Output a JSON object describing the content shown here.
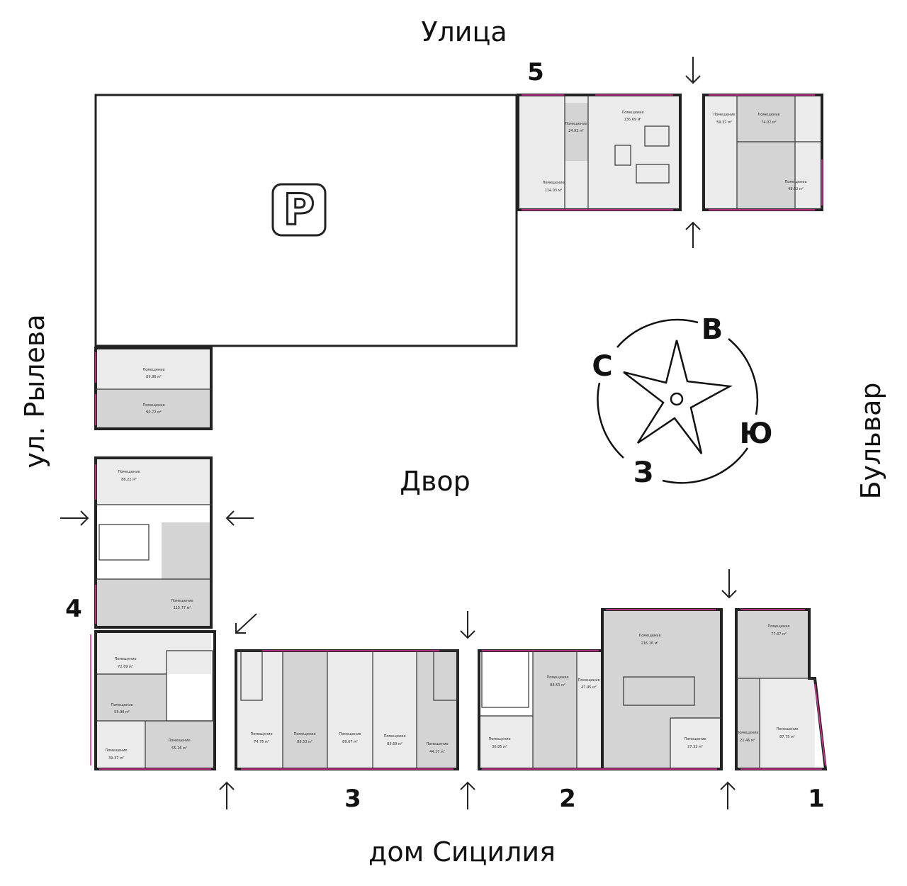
{
  "labels": {
    "street_top": "Улица",
    "street_left": "ул. Рылева",
    "street_right": "Бульвар",
    "street_bottom": "дом Сицилия",
    "courtyard": "Двор",
    "parking_symbol": "P"
  },
  "buildings": {
    "b1": "1",
    "b2": "2",
    "b3": "3",
    "b4": "4",
    "b5": "5"
  },
  "compass": {
    "north": "С",
    "east": "В",
    "south": "Ю",
    "west": "З"
  },
  "colors": {
    "wall": "#222222",
    "window": "#e0339a",
    "room_light": "#ebebeb",
    "room_dark": "#d4d4d4",
    "background": "#ffffff"
  },
  "room_caption": "Помещение",
  "areas": {
    "b5_a": "24.92 м²",
    "b5_b": "114.03 м²",
    "b5_c": "136.69 м²",
    "b5_d": "59.37 м²",
    "b5_e": "74.07 м²",
    "b5_f": "48.62 м²",
    "b4_a": "89.96 м²",
    "b4_b": "90.72 м²",
    "b4_c": "86.22 м²",
    "b4_d": "115.77 м²",
    "b4_e": "72.69 м²",
    "b4_f": "55.98 м²",
    "b4_g": "39.37 м²",
    "b4_h": "55.26 м²",
    "b3_a": "74.75 м²",
    "b3_b": "88.53 м²",
    "b3_c": "89.67 м²",
    "b3_d": "85.69 м²",
    "b3_e": "44.17 м²",
    "b2_a": "36.85 м²",
    "b2_b": "88.53 м²",
    "b2_c": "47.45 м²",
    "b2_d": "216.16 м²",
    "b2_e": "27.32 м²",
    "b1_a": "77.67 м²",
    "b1_b": "21.46 м²",
    "b1_c": "87.75 м²"
  }
}
